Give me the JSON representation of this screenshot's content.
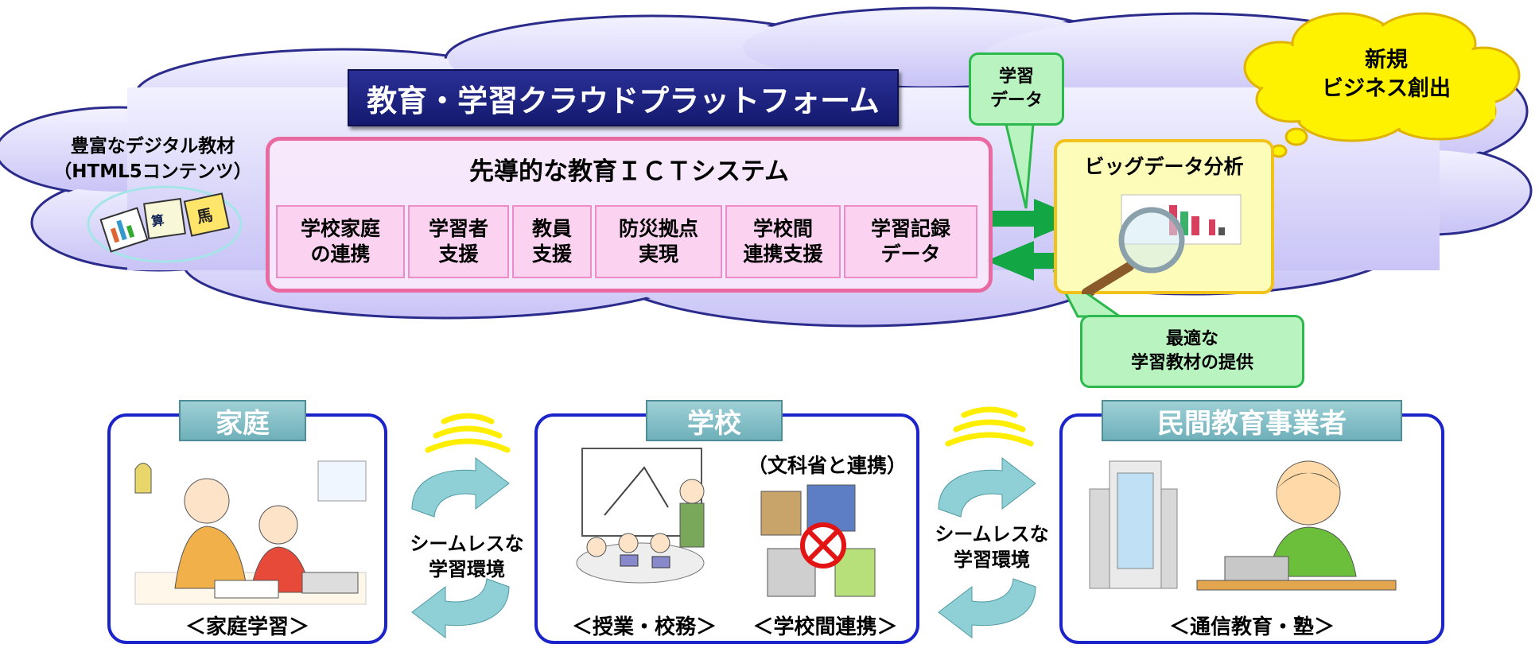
{
  "platform": {
    "title": "教育・学習クラウドプラットフォーム",
    "ict_title": "先導的な教育ＩＣＴシステム",
    "modules": [
      {
        "label": "学校家庭\nの連携"
      },
      {
        "label": "学習者\n支援"
      },
      {
        "label": "教員\n支援"
      },
      {
        "label": "防災拠点\n実現"
      },
      {
        "label": "学校間\n連携支援"
      },
      {
        "label": "学習記録\nデータ"
      }
    ]
  },
  "digital_materials": {
    "label": "豊富なデジタル教材\n（HTML5コンテンツ）"
  },
  "bigdata": {
    "label": "ビッグデータ分析"
  },
  "callouts": {
    "learning_data": "学習\nデータ",
    "optimal_materials": "最適な\n学習教材の提供",
    "new_business": "新規\nビジネス創出"
  },
  "panels": {
    "home": {
      "title": "家庭",
      "caption": "＜家庭学習＞"
    },
    "school": {
      "title": "学校",
      "mext_note": "（文科省と連携）",
      "caption_class": "＜授業・校務＞",
      "caption_inter": "＜学校間連携＞"
    },
    "private": {
      "title": "民間教育事業者",
      "caption": "＜通信教育・塾＞"
    }
  },
  "connectors": {
    "left": "シームレスな\n学習環境",
    "right": "シームレスな\n学習環境"
  },
  "colors": {
    "cloud_fill": "#d9d6fb",
    "cloud_stroke": "#2b2b8c",
    "title_bg": "#1d2380",
    "ict_border": "#e96aa0",
    "module_bg": "#fbd2f0",
    "arrow_green": "#12a744",
    "callout_bg": "#b9f3c0",
    "panel_border": "#1a24c8",
    "panel_title_bg": "#8cc3ca",
    "new_business_bg": "#fff200"
  }
}
